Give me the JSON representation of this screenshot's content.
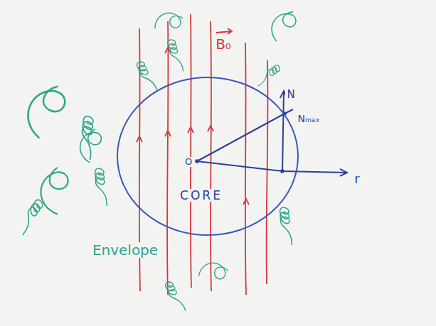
{
  "diagram": {
    "nodes": [
      {
        "text": [
          "CORE"
        ]
      }
    ],
    "labels": [
      "B₀",
      "N",
      "Nₘₐₓ",
      "O",
      "r",
      "Envelope"
    ]
  }
}
